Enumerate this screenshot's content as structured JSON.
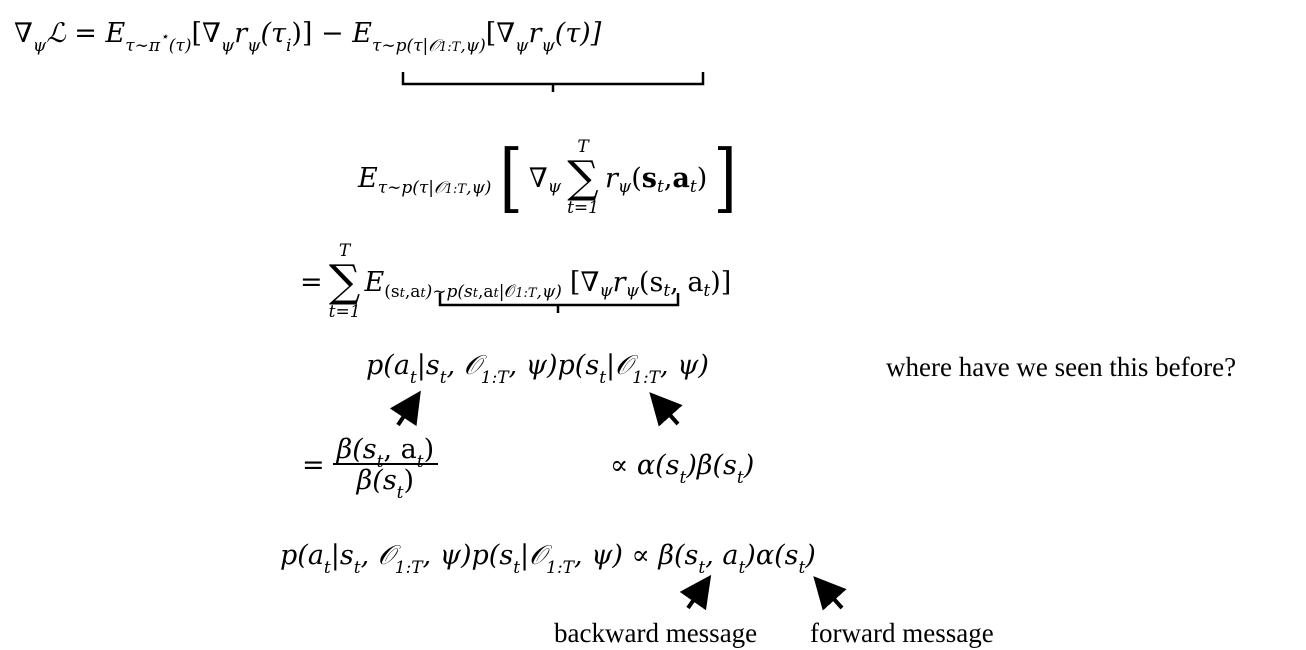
{
  "line1": {
    "lhs": "∇",
    "lhs_sub": "ψ",
    "loss": "ℒ",
    "eq": "=",
    "e1": "E",
    "e1_sub": "τ∼π",
    "e1_sup": "⋆",
    "e1_sub_tail": "(τ)",
    "term1": "[∇",
    "term1_sub": "ψ",
    "term1_r": "r",
    "term1_r_sub": "ψ",
    "term1_arg": "(τ",
    "term1_arg_sub": "i",
    "term1_close": ")]",
    "minus": "−",
    "e2": "E",
    "e2_sub": "τ∼p(τ|𝒪",
    "e2_sub_sub": "1:T",
    "e2_sub_tail": ",ψ)",
    "term2": "[∇",
    "term2_sub": "ψ",
    "term2_r": "r",
    "term2_r_sub": "ψ",
    "term2_arg": "(τ)]"
  },
  "line2": {
    "e": "E",
    "e_sub": "τ∼p(τ|𝒪",
    "e_sub_sub": "1:T",
    "e_sub_tail": ",ψ)",
    "open": "[",
    "nabla": "∇",
    "nabla_sub": "ψ",
    "sum_top": "T",
    "sum": "∑",
    "sum_bottom": "t=1",
    "r": "r",
    "r_sub": "ψ",
    "arg_open": "(",
    "s": "s",
    "s_sub": "t",
    "comma": ", ",
    "a": "a",
    "a_sub": "t",
    "arg_close": ")",
    "close": "]"
  },
  "line3": {
    "eq": "=",
    "sum_top": "T",
    "sum": "∑",
    "sum_bottom": "t=1",
    "e": "E",
    "e_sub": "(s",
    "e_sub_t1": "t",
    "e_sub_mid": ",a",
    "e_sub_t2": "t",
    "e_sub_mid2": ")∼p(s",
    "e_sub_t3": "t",
    "e_sub_mid3": ",a",
    "e_sub_t4": "t",
    "e_sub_mid4": "|𝒪",
    "e_sub_range": "1:T",
    "e_sub_tail": ",ψ)",
    "body": "[∇",
    "body_sub": "ψ",
    "body_r": "r",
    "body_r_sub": "ψ",
    "body_arg": "(s",
    "body_t1": "t",
    "body_mid": ", a",
    "body_t2": "t",
    "body_close": ")]"
  },
  "line4": {
    "p1": "p(a",
    "t1": "t",
    "mid1": "|s",
    "t2": "t",
    "mid2": ", 𝒪",
    "r1": "1:T",
    "mid3": ", ψ)p(s",
    "t3": "t",
    "mid4": "|𝒪",
    "r2": "1:T",
    "end": ", ψ)",
    "question": "where have we seen this before?"
  },
  "line5": {
    "eq": "=",
    "num": "β(s",
    "num_t1": "t",
    "num_mid": ", a",
    "num_t2": "t",
    "num_close": ")",
    "den": "β(s",
    "den_t": "t",
    "den_close": ")",
    "prop": "∝ α(s",
    "prop_t1": "t",
    "prop_mid": ")β(s",
    "prop_t2": "t",
    "prop_close": ")"
  },
  "line6": {
    "p1": "p(a",
    "t1": "t",
    "mid1": "|s",
    "t2": "t",
    "mid2": ", 𝒪",
    "r1": "1:T",
    "mid3": ", ψ)p(s",
    "t3": "t",
    "mid4": "|𝒪",
    "r2": "1:T",
    "mid5": ", ψ) ∝ β(s",
    "t4": "t",
    "mid6": ", a",
    "t5": "t",
    "mid7": ")α(s",
    "t6": "t",
    "end": ")"
  },
  "labels": {
    "backward": "backward message",
    "forward": "forward message"
  }
}
